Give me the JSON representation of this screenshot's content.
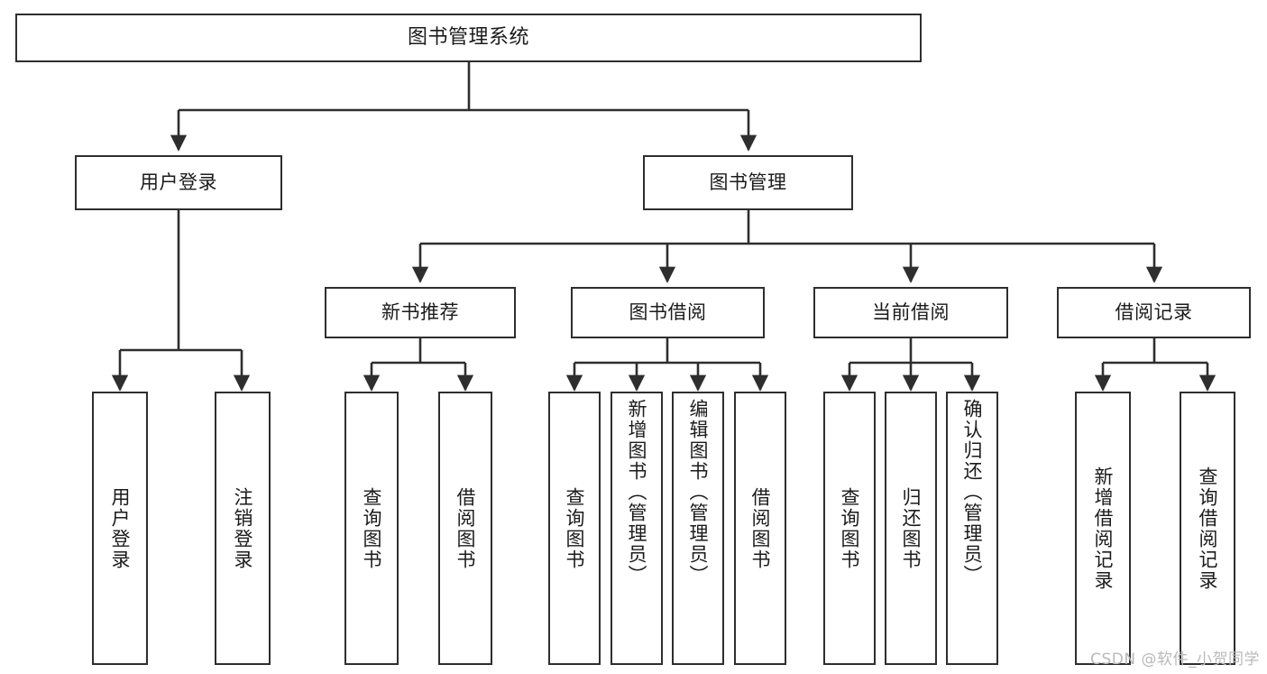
{
  "diagram": {
    "title": "图书管理系统",
    "type": "tree",
    "colors": {
      "node_border": "#2e2e2e",
      "node_fill": "#ffffff",
      "connector": "#2e2e2e",
      "text": "#1b1b1b",
      "background": "#ffffff",
      "watermark": "#b9b9b9"
    },
    "watermark": "CSDN @软件_小贺同学",
    "nodes": {
      "root": {
        "label": "图书管理系统"
      },
      "level2": [
        {
          "id": "user-login",
          "label": "用户登录"
        },
        {
          "id": "book-manage",
          "label": "图书管理"
        }
      ],
      "level3": [
        {
          "id": "new-book-recommend",
          "label": "新书推荐"
        },
        {
          "id": "book-borrow",
          "label": "图书借阅"
        },
        {
          "id": "current-borrow",
          "label": "当前借阅"
        },
        {
          "id": "borrow-record",
          "label": "借阅记录"
        }
      ],
      "leaves": [
        {
          "id": "leaf-user-login",
          "label": "用户登录",
          "parent": "user-login"
        },
        {
          "id": "leaf-logout-login",
          "label": "注销登录",
          "parent": "user-login"
        },
        {
          "id": "leaf-query-book-1",
          "label": "查询图书",
          "parent": "new-book-recommend"
        },
        {
          "id": "leaf-borrow-book-1",
          "label": "借阅图书",
          "parent": "new-book-recommend"
        },
        {
          "id": "leaf-query-book-2",
          "label": "查询图书",
          "parent": "book-borrow"
        },
        {
          "id": "leaf-add-book",
          "label": "新增图书（管理员）",
          "parent": "book-borrow"
        },
        {
          "id": "leaf-edit-book",
          "label": "编辑图书（管理员）",
          "parent": "book-borrow"
        },
        {
          "id": "leaf-borrow-book-2",
          "label": "借阅图书",
          "parent": "book-borrow"
        },
        {
          "id": "leaf-query-book-3",
          "label": "查询图书",
          "parent": "current-borrow"
        },
        {
          "id": "leaf-return-book",
          "label": "归还图书",
          "parent": "current-borrow"
        },
        {
          "id": "leaf-confirm-return",
          "label": "确认归还（管理员）",
          "parent": "current-borrow"
        },
        {
          "id": "leaf-add-borrow-rec",
          "label": "新增借阅记录",
          "parent": "borrow-record"
        },
        {
          "id": "leaf-query-borrow-rec",
          "label": "查询借阅记录",
          "parent": "borrow-record"
        }
      ]
    }
  }
}
